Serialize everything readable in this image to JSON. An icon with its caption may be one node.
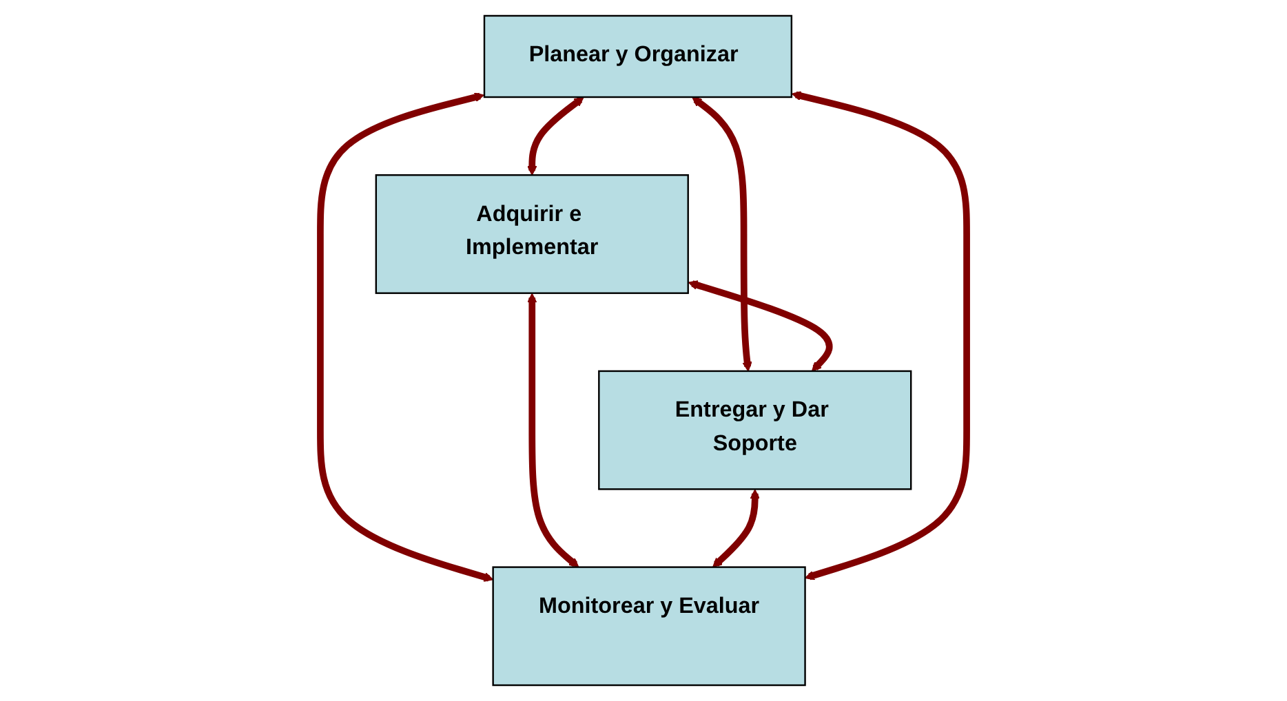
{
  "diagram": {
    "nodes": [
      {
        "text": [
          "Planear y Organizar"
        ]
      },
      {
        "text": [
          "Adquirir e Implementar"
        ]
      },
      {
        "text": [
          "Entregar y Dar Soporte"
        ]
      },
      {
        "text": [
          "Monitorear y Evaluar"
        ]
      }
    ],
    "edges": [
      {
        "from": 0,
        "to": 3,
        "arrow": "both"
      },
      {
        "from": 0,
        "to": 1,
        "arrow": "both"
      },
      {
        "from": 0,
        "to": 2,
        "arrow": "both"
      },
      {
        "from": 1,
        "to": 2,
        "arrow": "both"
      },
      {
        "from": 1,
        "to": 3,
        "arrow": "both"
      },
      {
        "from": 2,
        "to": 3,
        "arrow": "both"
      },
      {
        "from": 0,
        "to": 3,
        "arrow": "both"
      }
    ]
  }
}
